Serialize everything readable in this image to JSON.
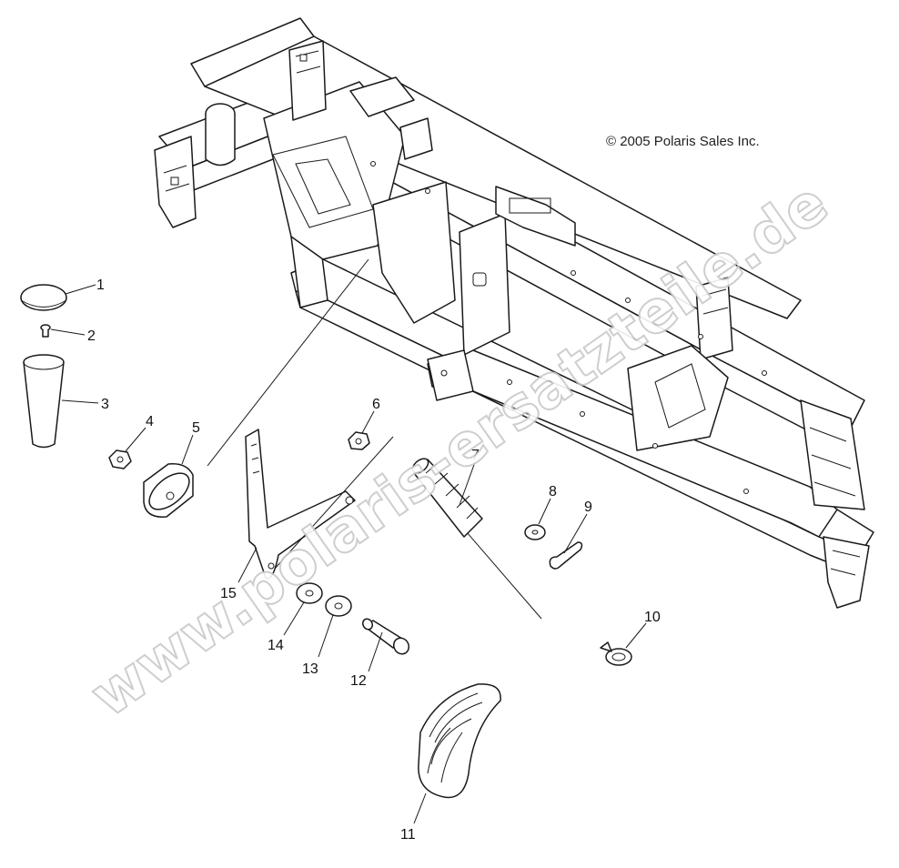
{
  "copyright": "© 2005 Polaris Sales Inc.",
  "watermark": "www.polaris-ersatzteile.de",
  "callouts": [
    "1",
    "2",
    "3",
    "4",
    "5",
    "6",
    "7",
    "8",
    "9",
    "10",
    "11",
    "12",
    "13",
    "14",
    "15"
  ],
  "colors": {
    "line": "#1a1a1a",
    "watermark": "#c9c9c9",
    "background": "#ffffff"
  }
}
